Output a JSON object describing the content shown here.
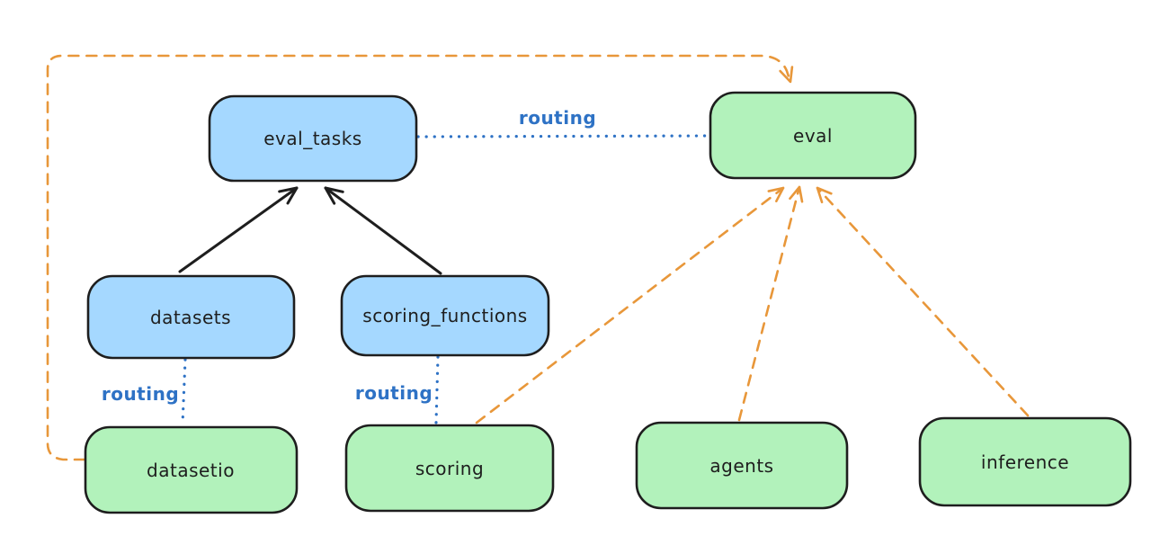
{
  "diagram": {
    "colors": {
      "background": "#ffffff",
      "node_stroke": "#1e1e1e",
      "blue_fill": "#a5d8ff",
      "green_fill": "#b2f2bb",
      "black_edge": "#1e1e1e",
      "blue_edge": "#2e72c5",
      "orange_edge": "#e8973a",
      "node_text": "#1e1e1e"
    },
    "nodes": {
      "eval_tasks": {
        "label": "eval_tasks",
        "color": "blue"
      },
      "eval": {
        "label": "eval",
        "color": "green"
      },
      "datasets": {
        "label": "datasets",
        "color": "blue"
      },
      "scoring_functions": {
        "label": "scoring_functions",
        "color": "blue"
      },
      "datasetio": {
        "label": "datasetio",
        "color": "green"
      },
      "scoring": {
        "label": "scoring",
        "color": "green"
      },
      "agents": {
        "label": "agents",
        "color": "green"
      },
      "inference": {
        "label": "inference",
        "color": "green"
      }
    },
    "edge_labels": {
      "eval_tasks_to_eval": "routing",
      "datasets_to_datasetio": "routing",
      "scoring_functions_to_scoring": "routing"
    },
    "edges": [
      {
        "from": "datasets",
        "to": "eval_tasks",
        "style": "solid",
        "color": "black",
        "arrow": true
      },
      {
        "from": "scoring_functions",
        "to": "eval_tasks",
        "style": "solid",
        "color": "black",
        "arrow": true
      },
      {
        "from": "eval_tasks",
        "to": "eval",
        "style": "dotted",
        "color": "blue",
        "label": "routing",
        "arrow": false
      },
      {
        "from": "datasets",
        "to": "datasetio",
        "style": "dotted",
        "color": "blue",
        "label": "routing",
        "arrow": false
      },
      {
        "from": "scoring_functions",
        "to": "scoring",
        "style": "dotted",
        "color": "blue",
        "label": "routing",
        "arrow": false
      },
      {
        "from": "datasetio",
        "to": "eval",
        "style": "dashed",
        "color": "orange",
        "arrow": true,
        "route": "around-top-left"
      },
      {
        "from": "scoring",
        "to": "eval",
        "style": "dashed",
        "color": "orange",
        "arrow": true
      },
      {
        "from": "agents",
        "to": "eval",
        "style": "dashed",
        "color": "orange",
        "arrow": true
      },
      {
        "from": "inference",
        "to": "eval",
        "style": "dashed",
        "color": "orange",
        "arrow": true
      }
    ]
  }
}
